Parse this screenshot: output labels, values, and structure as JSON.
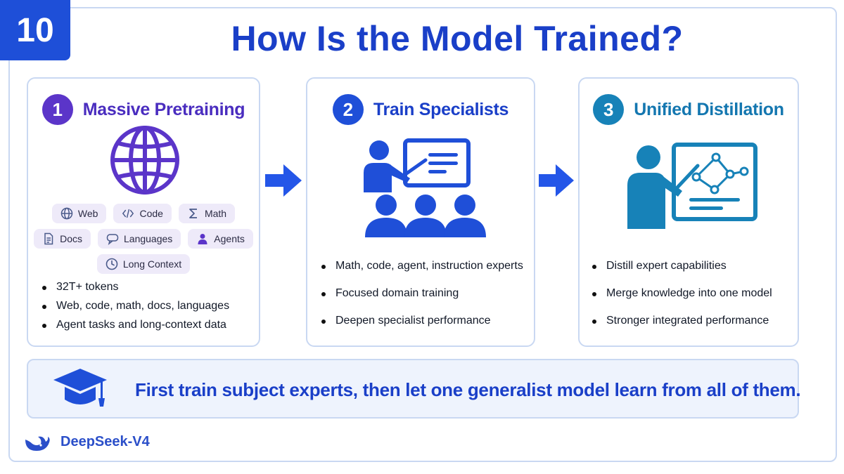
{
  "slide_number": "10",
  "title": "How Is the Model Trained?",
  "cards": [
    {
      "step": "1",
      "title": "Massive Pretraining",
      "icon": "globe-icon",
      "chips": [
        {
          "label": "Web",
          "icon": "globe-icon"
        },
        {
          "label": "Code",
          "icon": "code-icon"
        },
        {
          "label": "Math",
          "icon": "sigma-icon"
        },
        {
          "label": "Docs",
          "icon": "document-icon"
        },
        {
          "label": "Languages",
          "icon": "speech-bubble-icon"
        },
        {
          "label": "Agents",
          "icon": "person-icon"
        },
        {
          "label": "Long Context",
          "icon": "clock-icon"
        }
      ],
      "bullets": [
        "32T+ tokens",
        "Web, code, math, docs, languages",
        "Agent tasks and long-context data"
      ]
    },
    {
      "step": "2",
      "title": "Train Specialists",
      "icon": "teacher-with-students-icon",
      "bullets": [
        "Math, code, agent, instruction experts",
        "Focused domain training",
        "Deepen specialist performance"
      ]
    },
    {
      "step": "3",
      "title": "Unified Distillation",
      "icon": "teacher-at-board-icon",
      "bullets": [
        "Distill expert capabilities",
        "Merge knowledge into one model",
        "Stronger integrated performance"
      ]
    }
  ],
  "banner": {
    "icon": "graduation-cap-icon",
    "text": "First train subject experts, then let one generalist model learn from all of them."
  },
  "brand": {
    "icon": "whale-icon",
    "name": "DeepSeek-V4"
  },
  "colors": {
    "primary_blue": "#1a3fc8",
    "purple": "#5b35c9",
    "teal": "#1782b8",
    "arrow_blue": "#2456e8",
    "border": "#c9d8f2"
  }
}
